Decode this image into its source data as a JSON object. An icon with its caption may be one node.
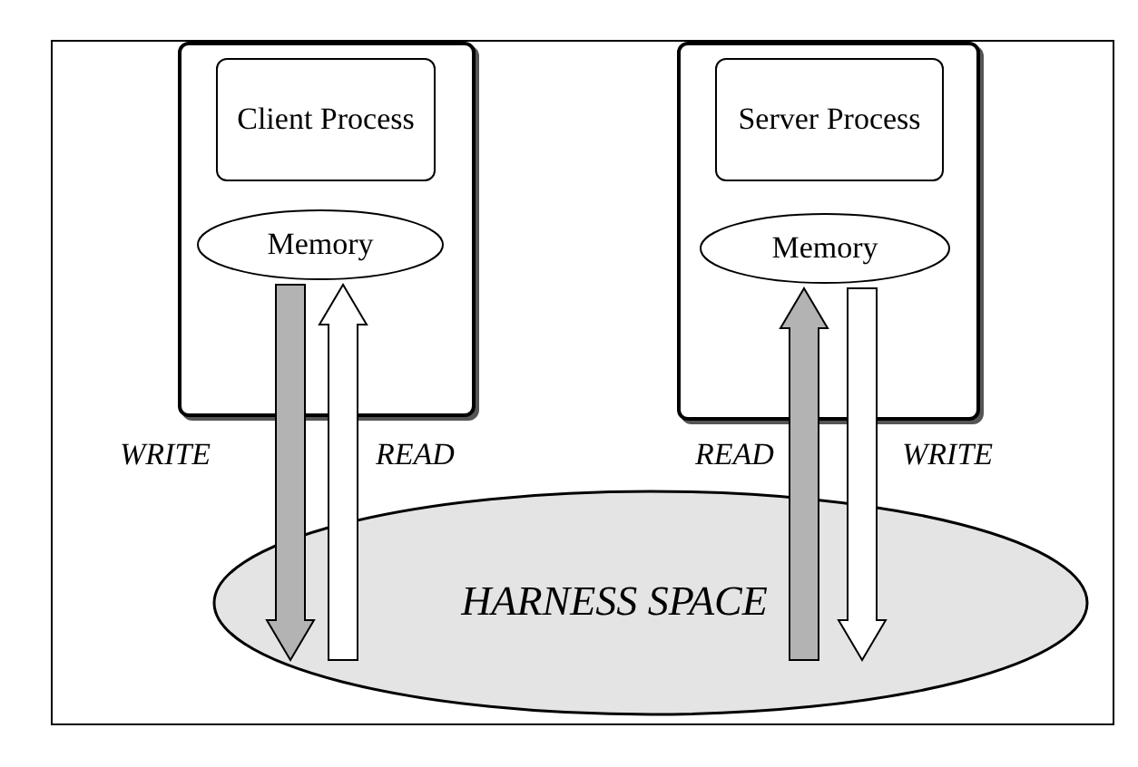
{
  "diagram": {
    "nodes": [
      {
        "text": [],
        "shape": "box"
      },
      {
        "text": [
          "Client Process"
        ],
        "in": 0
      },
      {
        "text": [
          "Memory"
        ],
        "in": 0
      },
      {
        "text": [],
        "shape": "box"
      },
      {
        "text": [
          "Server Process"
        ],
        "in": 3
      },
      {
        "text": [
          "Memory"
        ],
        "in": 3
      },
      {
        "text": [
          "HARNESS SPACE"
        ]
      }
    ],
    "edges": [
      {
        "from": 2,
        "to": 6,
        "arrow": "to",
        "label": "WRITE",
        "style": "thick",
        "color": "#b3b3b3"
      },
      {
        "from": 6,
        "to": 2,
        "arrow": "to",
        "label": "READ",
        "style": "thick"
      },
      {
        "from": 6,
        "to": 5,
        "arrow": "to",
        "label": "READ",
        "style": "thick",
        "color": "#b3b3b3"
      },
      {
        "from": 5,
        "to": 6,
        "arrow": "to",
        "label": "WRITE",
        "style": "thick"
      }
    ]
  }
}
